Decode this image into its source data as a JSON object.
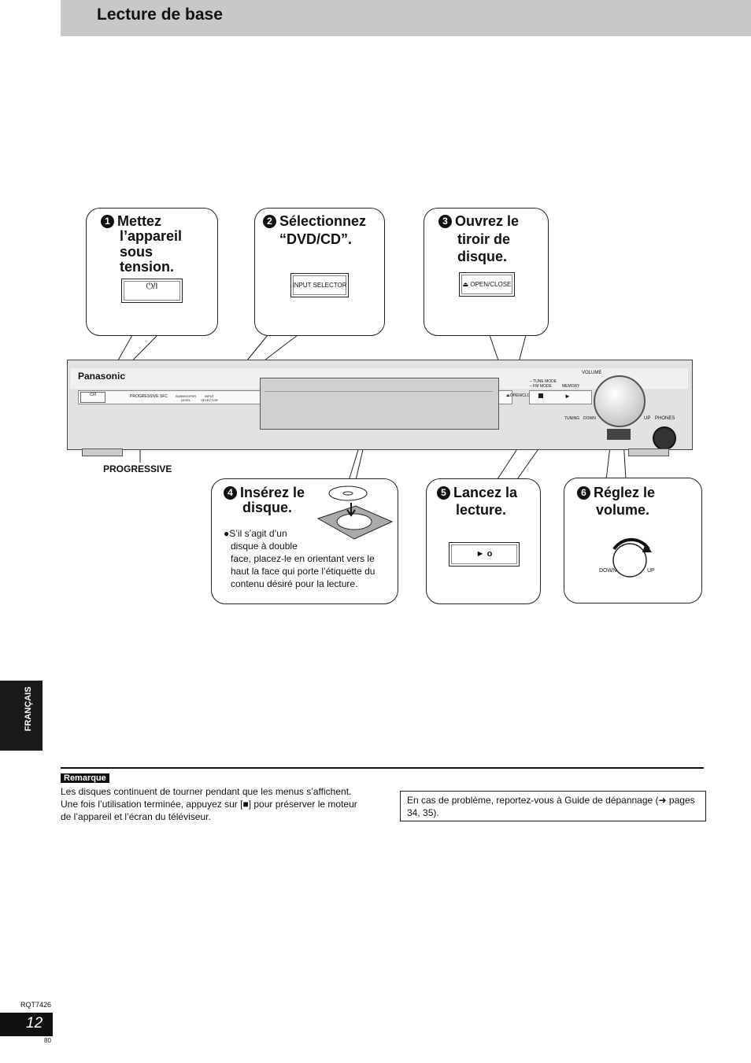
{
  "header": {
    "title": "Lecture de base"
  },
  "steps": [
    {
      "num": "1",
      "text": "Mettez l’appareil sous tension.",
      "lines": [
        "Mettez",
        "l’appareil",
        "sous",
        "tension."
      ],
      "button": "⏻/I"
    },
    {
      "num": "2",
      "text": "Sélectionnez “DVD/CD”.",
      "lines": [
        "Sélectionnez",
        "“DVD/CD”."
      ],
      "button": "INPUT SELECTOR"
    },
    {
      "num": "3",
      "text": "Ouvrez le tiroir de disque.",
      "lines": [
        "Ouvrez le",
        "tiroir de",
        "disque."
      ],
      "button": "⏏ OPEN/CLOSE"
    },
    {
      "num": "4",
      "text": "Insérez le disque.",
      "lines": [
        "Insérez le",
        "disque."
      ],
      "bullet": "S’il s’agit d’un disque à double face, placez-le en orientant vers le haut la face qui porte l’étiquette du contenu désiré pour la lecture.",
      "bullet_lines": [
        "●S’il s’agit d’un",
        "disque à double",
        "face, placez-le en orientant vers le",
        "haut la face qui porte l’étiquette du",
        "contenu désiré pour la lecture."
      ]
    },
    {
      "num": "5",
      "text": "Lancez la lecture.",
      "lines": [
        "Lancez la",
        "lecture."
      ],
      "button": "►  o"
    },
    {
      "num": "6",
      "text": "Réglez le volume.",
      "lines": [
        "Réglez le",
        "volume."
      ],
      "knob_down": "DOWN",
      "knob_up": "UP"
    }
  ],
  "device": {
    "brand": "Panasonic",
    "labels": {
      "power": "⏻/I",
      "progressive": "PROGRESSIVE",
      "sfc": "SFC",
      "subwoofer": "SUBWOOFER LEVEL",
      "input": "INPUT SELECTOR",
      "openclose": "⏏OPEN/CLOSE",
      "tune_mode": "– TUNE MODE",
      "fm_mode": "– FM MODE",
      "memory": "MEMORY",
      "volume": "VOLUME",
      "up": "UP",
      "phones": "PHONES",
      "tuning": "TUNING",
      "down": "DOWN"
    },
    "callout_progressive": "PROGRESSIVE"
  },
  "sidetab": "FRANÇAIS",
  "note": {
    "label": "Remarque",
    "text": "Les disques continuent de tourner pendant que les menus s’affichent. Une fois l’utilisation terminée, appuyez sur [■] pour préserver le moteur de l’appareil et l’écran du téléviseur."
  },
  "trouble": "En cas de problème, reportez-vous à Guide de dépannage (➜ pages 34, 35).",
  "footer": {
    "code": "RQT7426",
    "page": "12",
    "sub": "80"
  }
}
